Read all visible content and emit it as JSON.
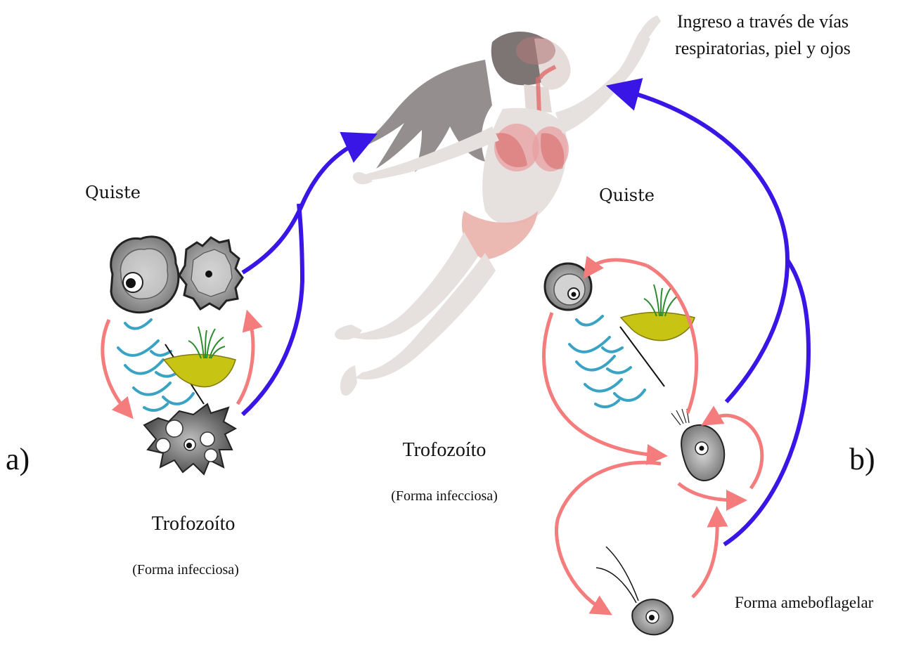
{
  "entry_label": [
    "Ingreso a través de vías",
    "respiratorias, piel y ojos"
  ],
  "panel_a": {
    "marker": "a)",
    "cyst_label": "Quiste",
    "trophozoite_label": "Trofozoíto",
    "trophozoite_note": "(Forma infecciosa)"
  },
  "panel_b": {
    "marker": "b)",
    "cyst_label": "Quiste",
    "trophozoite_label": "Trofozoíto",
    "trophozoite_note": "(Forma infecciosa)",
    "flagellate_label": "Forma ameboflagelar"
  },
  "colors": {
    "infection_arrow": "#3a16e6",
    "cycle_arrow": "#f47c7c",
    "water": "#3aa3c4",
    "soil": "#c8c414",
    "grass": "#2e8b2e",
    "body": "#e6e0df",
    "hair": "#8a8282",
    "organs": "#e06b6b"
  }
}
